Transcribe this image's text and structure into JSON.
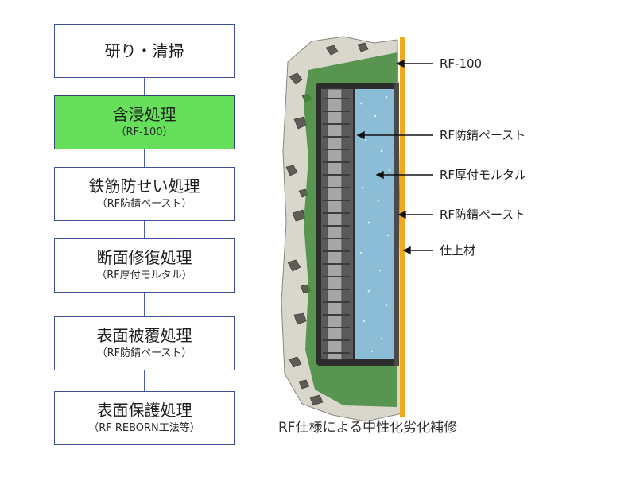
{
  "process_steps": [
    {
      "title": "研り・清掃",
      "subtitle": ""
    },
    {
      "title": "含浸処理",
      "subtitle": "（RF-100）"
    },
    {
      "title": "鉄筋防せい処理",
      "subtitle": "（RF防錆ペースト）"
    },
    {
      "title": "断面修復処理",
      "subtitle": "（RF厚付モルタル）"
    },
    {
      "title": "表面被覆処理",
      "subtitle": "（RF防錆ペースト）"
    },
    {
      "title": "表面保護処理",
      "subtitle": "（RF REBORN工法等）"
    }
  ],
  "highlight_color": "#66e05a",
  "layer_labels": [
    "RF-100",
    "RF防錆ペースト",
    "RF厚付モルタル",
    "RF防錆ペースト",
    "仕上材"
  ],
  "caption": "RF仕様による中性化劣化補修",
  "colors": {
    "finish_layer": "#f0a91c",
    "mortar": "#8cbdd6",
    "impregnation": "#3f8a3a",
    "rebar": "#a6a6a6",
    "concrete": "#d9d6cc"
  }
}
